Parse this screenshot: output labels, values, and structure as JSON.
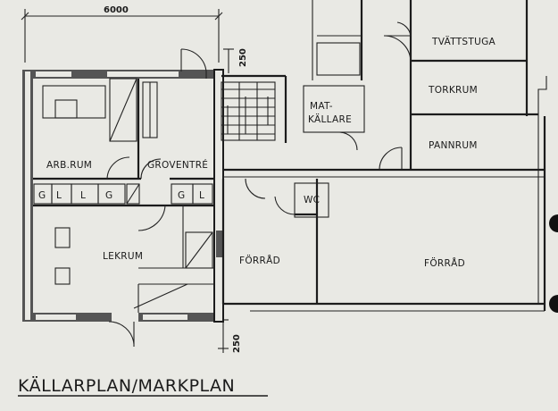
{
  "drawing": {
    "title": "KÄLLARPLAN/MARKPLAN",
    "dimensions": {
      "width": "6000",
      "stair_gap": "250",
      "bottom_gap": "250"
    }
  },
  "rooms": {
    "tvattstuga": "TVÄTTSTUGA",
    "torkrum": "TORKRUM",
    "matkallare_line1": "MAT-",
    "matkallare_line2": "KÄLLARE",
    "pannrum": "PANNRUM",
    "arb_rum": "ARB.RUM",
    "groventre": "GROVENTRÉ",
    "wc": "WC",
    "lekrum": "LEKRUM",
    "forrad_small": "FÖRRÅD",
    "forrad_large": "FÖRRÅD"
  },
  "fixtures": [
    "G",
    "L",
    "L",
    "G",
    "G",
    "L"
  ]
}
